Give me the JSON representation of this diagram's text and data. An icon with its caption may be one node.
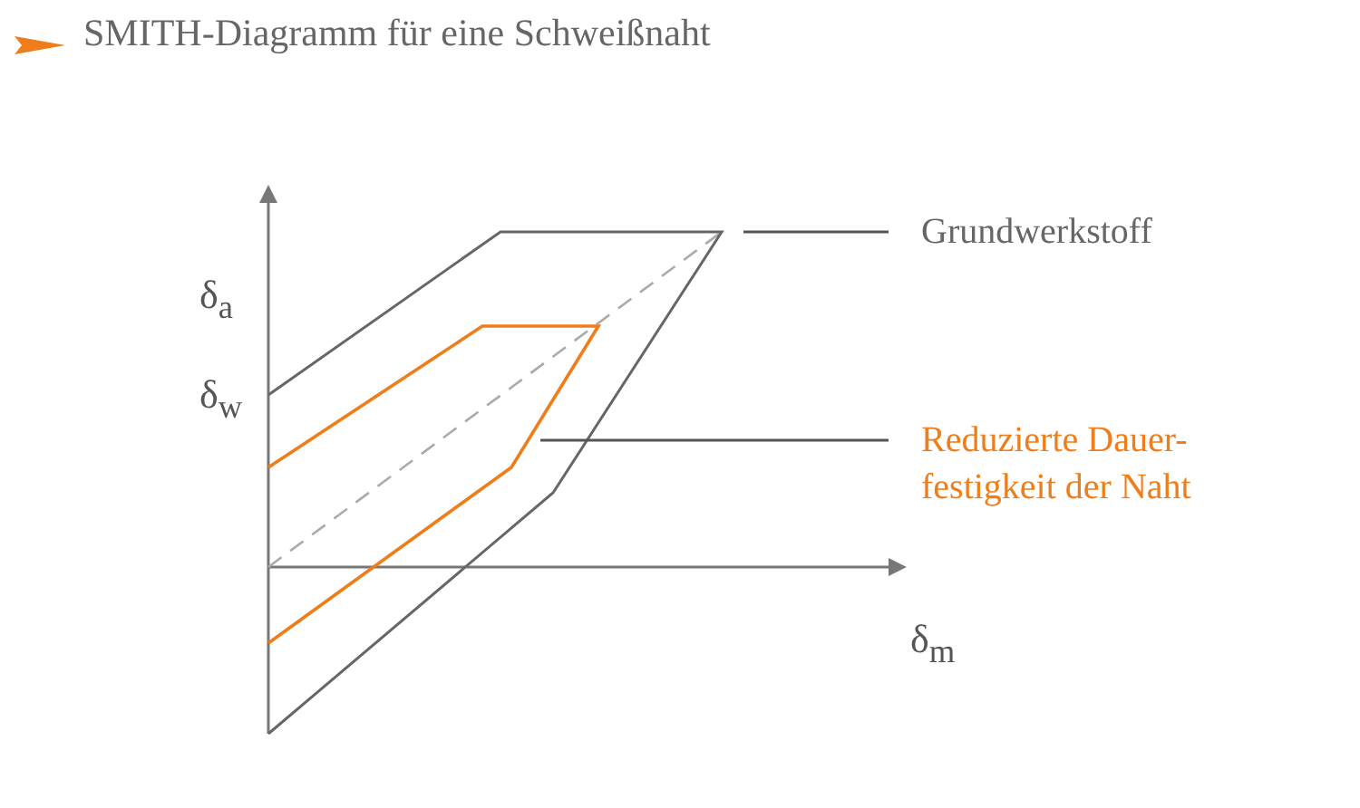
{
  "diagram": {
    "title": "SMITH-Diagramm für eine Schweißnaht",
    "nodes": [
      {
        "text": [
          "Grundwerkstoff"
        ]
      },
      {
        "text": [
          "Reduzierte Dauer- festigkeit der Naht"
        ]
      }
    ],
    "edges": [
      {
        "from": 0,
        "to": null,
        "arrow": "none"
      },
      {
        "from": 1,
        "to": null,
        "arrow": "none"
      }
    ],
    "labels": [
      "δ$_{a}$",
      "δ$_{w}$",
      "δ$_{m}$"
    ]
  }
}
